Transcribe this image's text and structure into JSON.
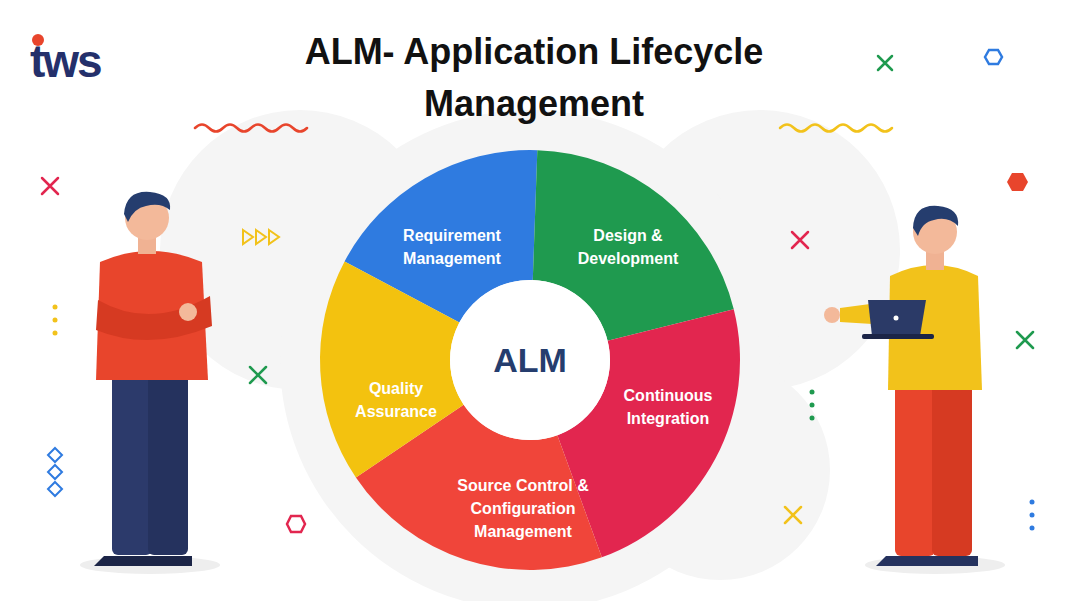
{
  "diagram": {
    "title": "ALM- Application Lifecycle Management",
    "nodes": [
      {
        "text": [
          "Requirement Management"
        ]
      },
      {
        "text": [
          "Design & Development"
        ]
      },
      {
        "text": [
          "Continuous Integration"
        ]
      },
      {
        "text": [
          "Source Control & Configuration Management"
        ]
      },
      {
        "text": [
          "Quality Assurance"
        ]
      },
      {
        "text": [
          "ALM"
        ]
      }
    ],
    "labels": [
      "tws"
    ]
  }
}
